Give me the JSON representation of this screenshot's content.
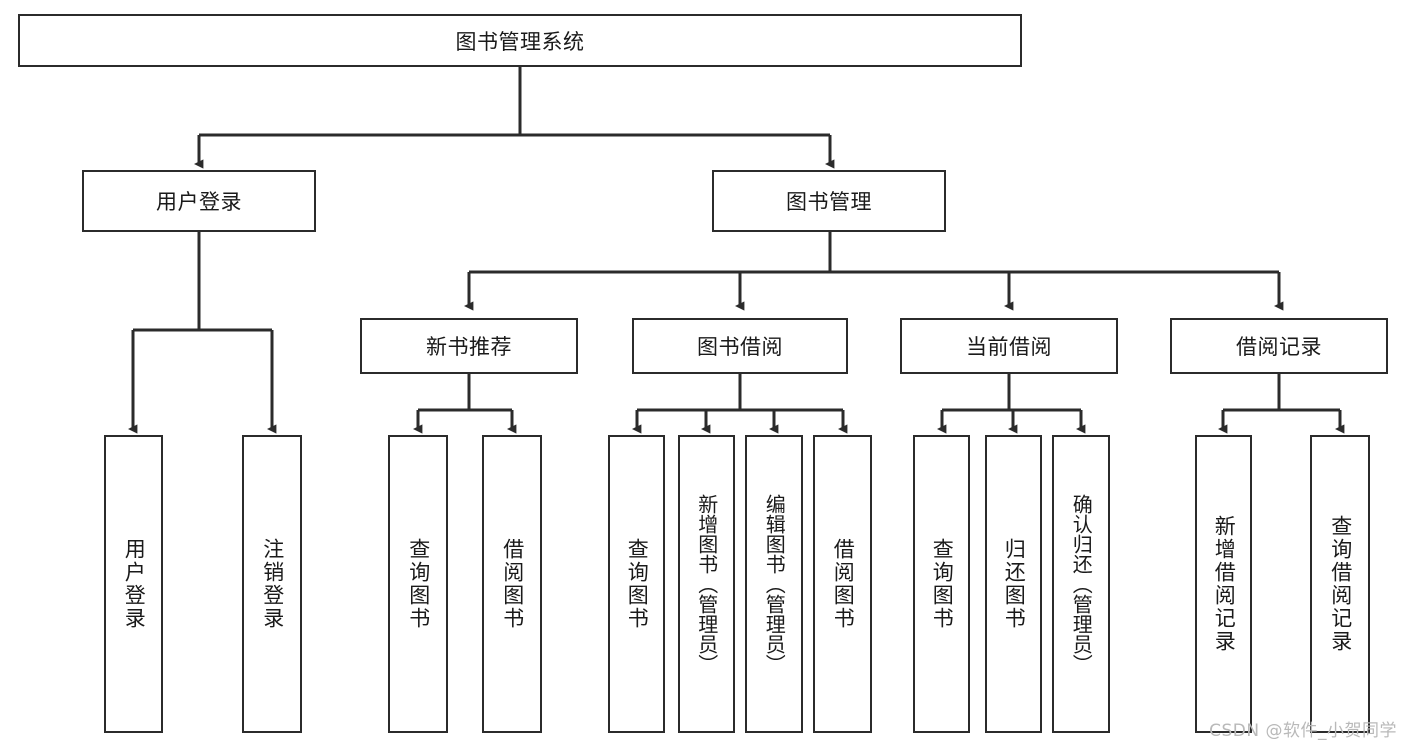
{
  "diagram": {
    "title": "图书管理系统",
    "watermark": "CSDN @软件_小贺同学",
    "colors": {
      "stroke": "#2b2b2b",
      "background": "#ffffff",
      "text": "#1a1a1a",
      "watermark": "#b9b9b9"
    },
    "levels": {
      "root": {
        "label": "图书管理系统"
      },
      "level2": [
        {
          "label": "用户登录"
        },
        {
          "label": "图书管理"
        }
      ],
      "level3": [
        {
          "label": "新书推荐"
        },
        {
          "label": "图书借阅"
        },
        {
          "label": "当前借阅"
        },
        {
          "label": "借阅记录"
        }
      ],
      "leaves": [
        {
          "label": "用户登录"
        },
        {
          "label": "注销登录"
        },
        {
          "label": "查询图书"
        },
        {
          "label": "借阅图书"
        },
        {
          "label": "查询图书"
        },
        {
          "label": "新增图书（管理员）"
        },
        {
          "label": "编辑图书（管理员）"
        },
        {
          "label": "借阅图书"
        },
        {
          "label": "查询图书"
        },
        {
          "label": "归还图书"
        },
        {
          "label": "确认归还（管理员）"
        },
        {
          "label": "新增借阅记录"
        },
        {
          "label": "查询借阅记录"
        }
      ]
    }
  }
}
